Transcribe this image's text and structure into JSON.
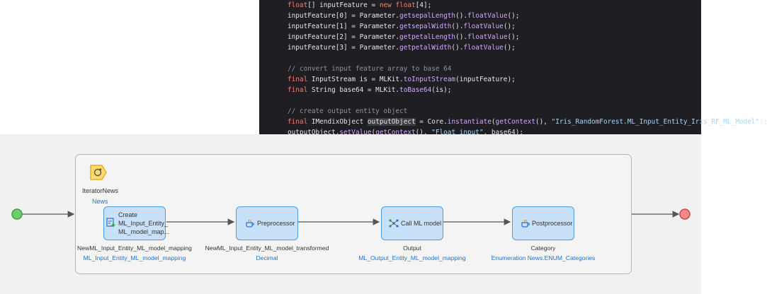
{
  "code": {
    "lines": [
      "float[] inputFeature = new float[4];",
      "inputFeature[0] = Parameter.getsepalLength().floatValue();",
      "inputFeature[1] = Parameter.getsepalWidth().floatValue();",
      "inputFeature[2] = Parameter.getpetalLength().floatValue();",
      "inputFeature[3] = Parameter.getpetalWidth().floatValue();",
      "",
      "// convert input feature array to base 64",
      "final InputStream is = MLKit.toInputStream(inputFeature);",
      "final String base64 = MLKit.toBase64(is);",
      "",
      "// create output entity object",
      "final IMendixObject outputObject = Core.instantiate(getContext(), \"Iris_RandomForest.ML_Input_Entity_Iris_RF_ML_Model\");",
      "outputObject.setValue(getContext(), \"Float_input\", base64);"
    ]
  },
  "flow": {
    "loop": {
      "iterator_name": "IteratorNews",
      "iterator_type": "News"
    },
    "activities": [
      {
        "name": "Create ML_Input_Entity_ ML_model_map...",
        "line1": "Create",
        "line2": "ML_Input_Entity_",
        "line3": "ML_model_map...",
        "output_name": "NewML_Input_Entity_ML_model_mapping",
        "output_type": "ML_Input_Entity_ML_model_mapping"
      },
      {
        "name": "Preprocessor",
        "output_name": "NewML_Input_Entity_ML_model_transformed",
        "output_type": "Decimal"
      },
      {
        "name": "Call ML model",
        "output_name": "Output",
        "output_type": "ML_Output_Entity_ML_model_mapping"
      },
      {
        "name": "Postprocessor",
        "output_name": "Category",
        "output_type": "Enumeration News.ENUM_Categories"
      }
    ]
  },
  "colors": {
    "start_event": "#6fcf6f",
    "end_event": "#f08a8a",
    "activity_fill": "#c8e1f8",
    "activity_border": "#4a9be0",
    "link_text": "#1e73d2"
  }
}
